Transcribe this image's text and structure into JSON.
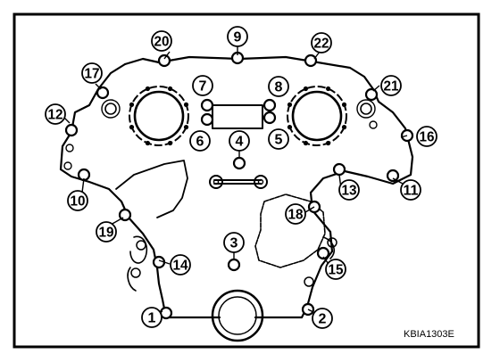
{
  "figure": {
    "part_code": "KBIA1303E",
    "callouts": [
      "1",
      "2",
      "3",
      "4",
      "5",
      "6",
      "7",
      "8",
      "9",
      "10",
      "11",
      "12",
      "13",
      "14",
      "15",
      "16",
      "17",
      "18",
      "19",
      "20",
      "21",
      "22"
    ]
  },
  "colors": {
    "ink": "#000000",
    "paper": "#ffffff"
  }
}
